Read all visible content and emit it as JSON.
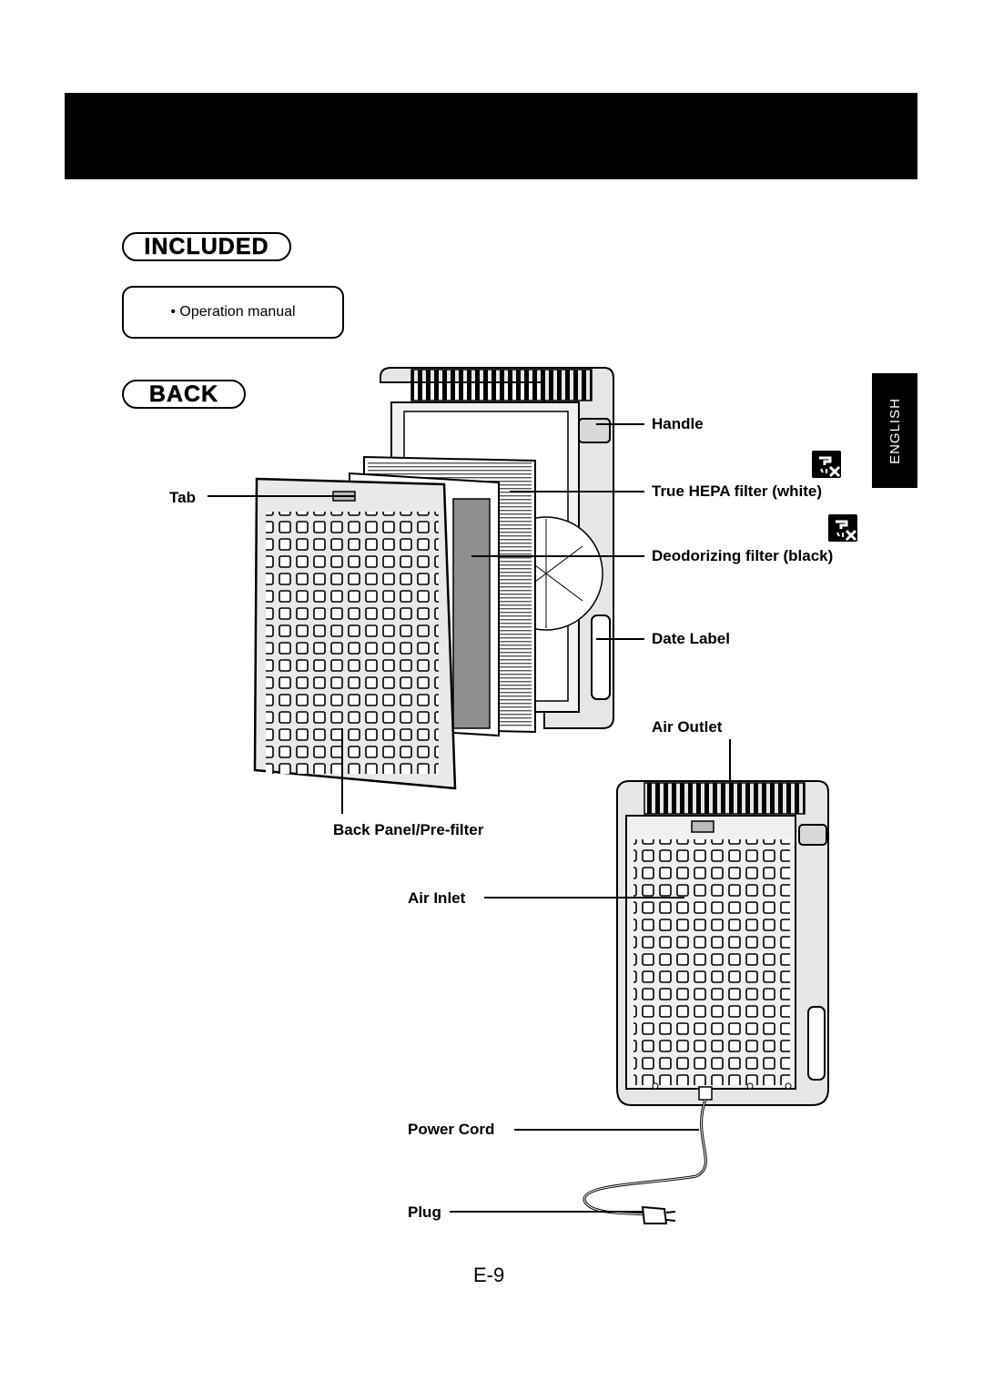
{
  "header": {
    "title": ""
  },
  "included": {
    "heading": "INCLUDED",
    "items": [
      "• Operation manual"
    ]
  },
  "back": {
    "heading": "BACK"
  },
  "language_tab": "ENGLISH",
  "labels": {
    "tab": "Tab",
    "handle": "Handle",
    "hepa": "True HEPA filter (white)",
    "deodorizing": "Deodorizing filter (black)",
    "date_label": "Date Label",
    "air_outlet": "Air Outlet",
    "back_panel": "Back Panel/Pre-filter",
    "air_inlet": "Air Inlet",
    "power_cord": "Power Cord",
    "plug": "Plug"
  },
  "icons": [
    "no-water-wash-icon",
    "no-water-wash-icon"
  ],
  "page_number": "E-9"
}
